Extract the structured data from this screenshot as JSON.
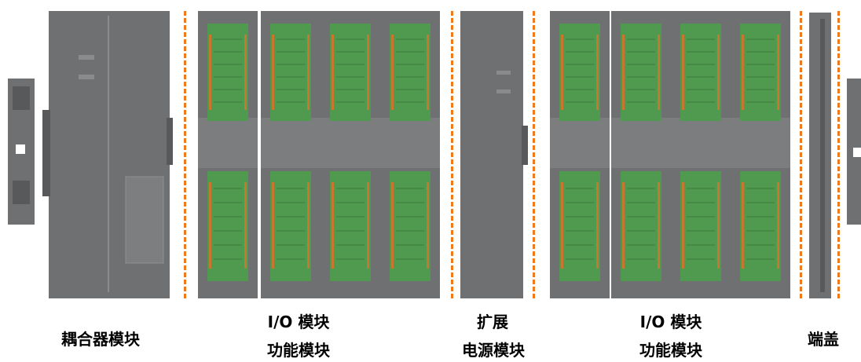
{
  "colors": {
    "module_gray": "#6f7072",
    "module_dark": "#58595b",
    "terminal_green": "#4f9a4e",
    "terminal_orange": "#c7772f",
    "divider_orange": "#f07a1a"
  },
  "labels": {
    "coupler": "耦合器模块",
    "io_left_line1": "I/O 模块",
    "io_left_line2": "功能模块",
    "power_line1": "扩展",
    "power_line2": "电源模块",
    "io_right_line1": "I/O 模块",
    "io_right_line2": "功能模块",
    "end_cap": "端盖"
  }
}
